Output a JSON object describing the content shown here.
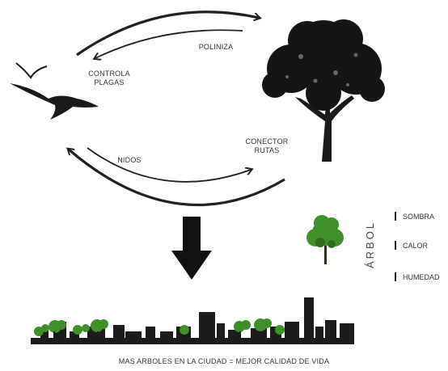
{
  "cycle": {
    "top_arrow_label": "POLINIZA",
    "left_label_line1": "CONTROLA",
    "left_label_line2": "PLAGAS",
    "bottom_arrow_label": "NIDOS",
    "right_label_line1": "CONECTOR",
    "right_label_line2": "RUTAS"
  },
  "arbol_panel": {
    "vertical_title": "ÁRBOL",
    "items": [
      "SOMBRA",
      "CALOR",
      "HUMEDAD"
    ]
  },
  "caption": "MAS ARBOLES EN LA CIUDAD = MEJOR CALIDAD DE VIDA",
  "icons": [
    "bird-icon",
    "small-bird-icon",
    "tree-icon",
    "small-tree-icon",
    "down-arrow-icon",
    "city-skyline-icon"
  ],
  "colors": {
    "line": "#222222",
    "tree_green": "#3f8f2a",
    "skyline": "#1c1c1c"
  }
}
